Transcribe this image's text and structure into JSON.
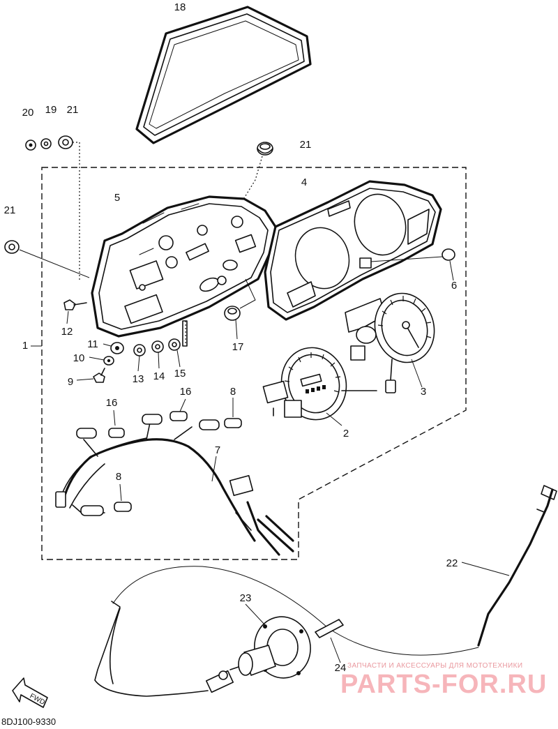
{
  "diagram": {
    "code": "8DJ100-9330",
    "fwd_label": "FWD",
    "watermark": {
      "tagline": "ЗАПЧАСТИ И АКСЕССУАРЫ ДЛЯ МОТОТЕХНИКИ",
      "brand": "PARTS-FOR.RU"
    },
    "labels": [
      "18",
      "20",
      "19",
      "21",
      "21",
      "5",
      "4",
      "21",
      "6",
      "12",
      "11",
      "17",
      "3",
      "1",
      "10",
      "13",
      "14",
      "15",
      "9",
      "2",
      "16",
      "16",
      "8",
      "7",
      "8",
      "22",
      "23",
      "24"
    ]
  }
}
